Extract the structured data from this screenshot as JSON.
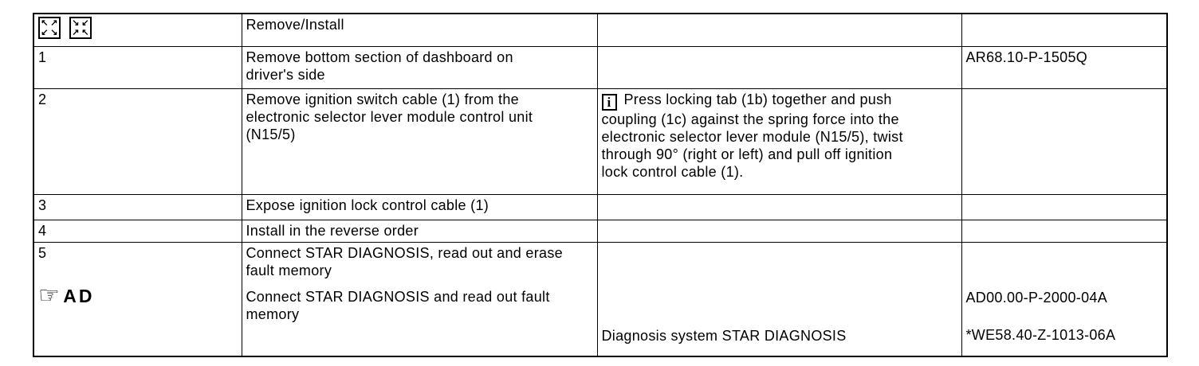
{
  "colors": {
    "background": "#ffffff",
    "text": "#000000",
    "border": "#000000"
  },
  "icons": {
    "expand_arrows": [
      "↖",
      "↗",
      "↙",
      "↘"
    ],
    "collapse_arrows": [
      "↘",
      "↙",
      "↗",
      "↖"
    ],
    "info_glyph": "i",
    "hand_glyph": "☞"
  },
  "table": {
    "title": "Remove/Install",
    "rows": [
      {
        "num": "1",
        "task": "Remove bottom section of dashboard on\ndriver's side",
        "note": "",
        "doc": "AR68.10-P-1505Q"
      },
      {
        "num": "2",
        "task": "Remove ignition switch cable (1) from the\nelectronic selector lever module control unit\n(N15/5)",
        "note": "Press locking tab (1b) together and push\ncoupling (1c) against the spring force into the\nelectronic selector lever module (N15/5), twist\nthrough 90° (right or left) and pull off ignition\nlock control cable (1).",
        "doc": ""
      },
      {
        "num": "3",
        "task": "Expose ignition lock control cable (1)",
        "note": "",
        "doc": ""
      },
      {
        "num": "4",
        "task": "Install in the reverse order",
        "note": "",
        "doc": ""
      },
      {
        "num": "5",
        "icon_label": "AD",
        "task1": "Connect STAR DIAGNOSIS, read out and erase\nfault memory",
        "task2": "Connect STAR DIAGNOSIS and read out fault\nmemory",
        "note": "Diagnosis system STAR DIAGNOSIS",
        "doc1": "AD00.00-P-2000-04A",
        "doc2": "*WE58.40-Z-1013-06A"
      }
    ]
  }
}
